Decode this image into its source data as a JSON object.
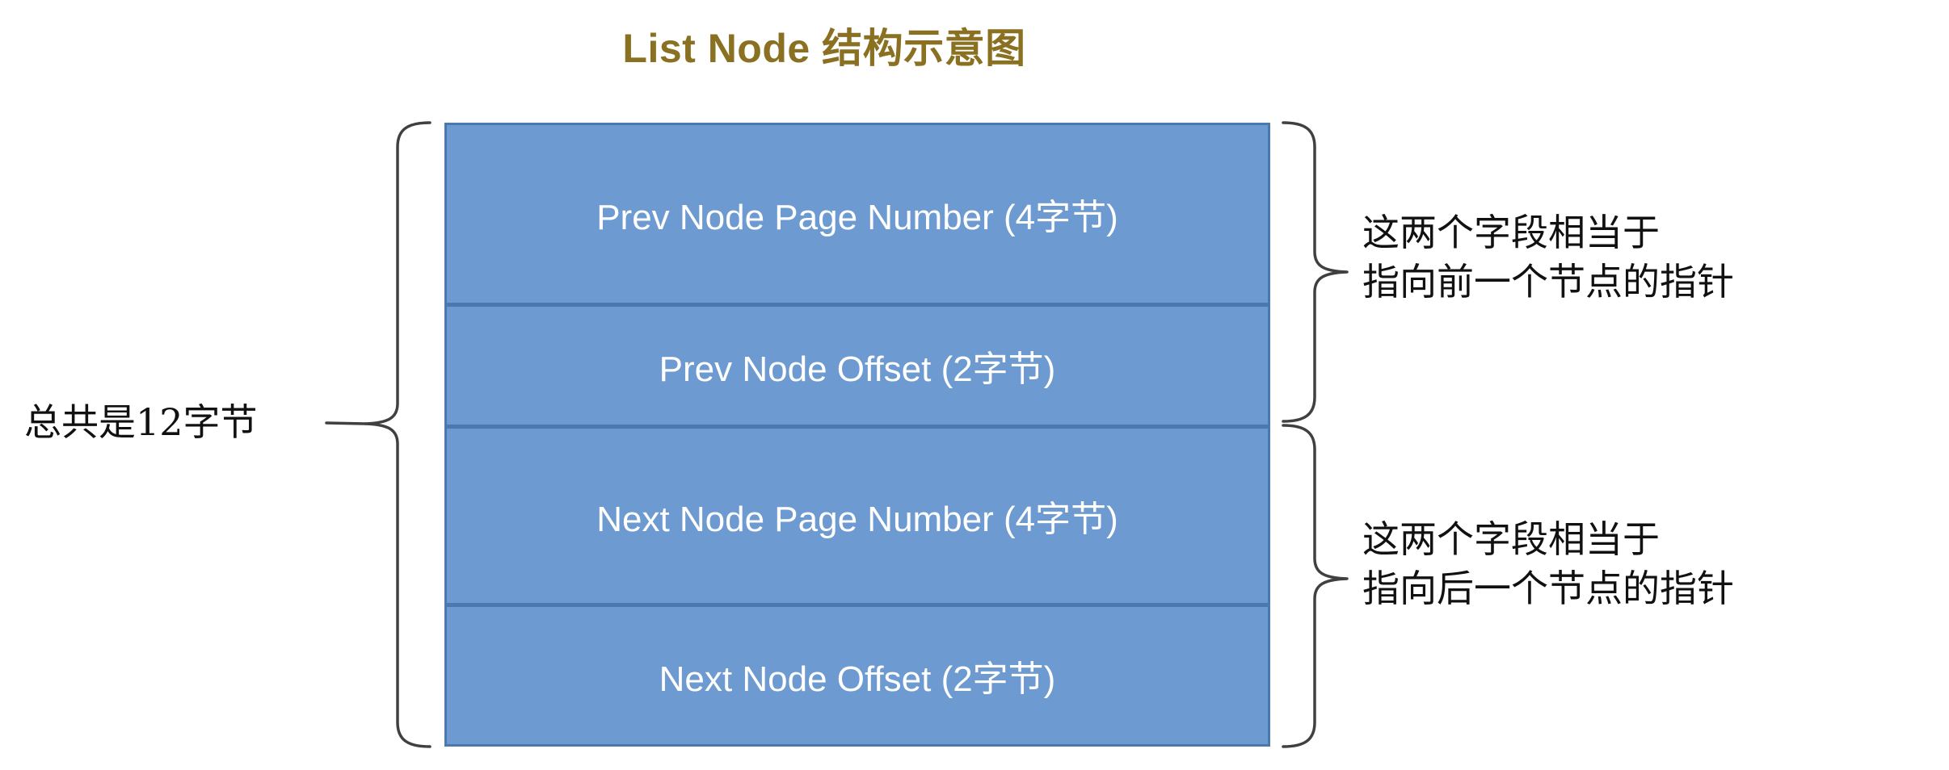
{
  "title": "List Node 结构示意图",
  "colors": {
    "title": "#8a7122",
    "box_fill": "#6d9bd1",
    "box_border": "#4a7aad",
    "box_text": "#ffffff",
    "annotation_text": "#111111",
    "brace": "#404040",
    "background": "#ffffff"
  },
  "struct": {
    "name": "List Node",
    "total_label": "总共是12字节",
    "total_bytes": 12,
    "fields": [
      {
        "label": "Prev Node Page Number (4字节)",
        "name": "Prev Node Page Number",
        "bytes": 4
      },
      {
        "label": "Prev Node Offset (2字节)",
        "name": "Prev Node Offset",
        "bytes": 2
      },
      {
        "label": "Next Node Page Number (4字节)",
        "name": "Next Node Page Number",
        "bytes": 4
      },
      {
        "label": "Next Node Offset (2字节)",
        "name": "Next Node Offset",
        "bytes": 2
      }
    ]
  },
  "annotations": {
    "prev": {
      "line1": "这两个字段相当于",
      "line2": "指向前一个节点的指针"
    },
    "next": {
      "line1": "这两个字段相当于",
      "line2": "指向后一个节点的指针"
    }
  }
}
